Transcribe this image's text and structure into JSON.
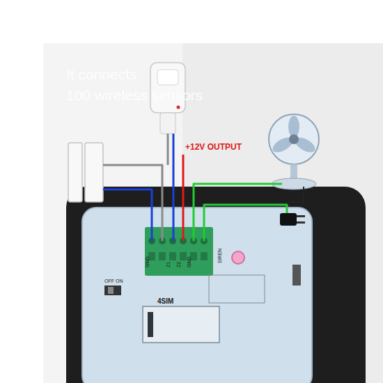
{
  "diagram": {
    "title": "Support 4 wired ports",
    "labels": [
      "It connects",
      "100 wireless sensors",
      "+12V OUTPUT",
      "GND",
      "Z1",
      "Z2",
      "GND",
      "SIREN",
      "OFF",
      "ON",
      "4SIM"
    ]
  }
}
